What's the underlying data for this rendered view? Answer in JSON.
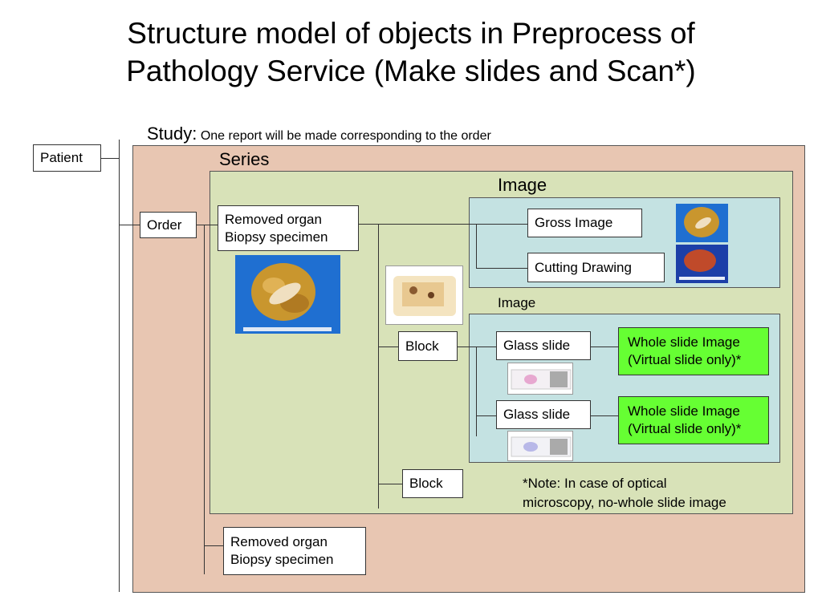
{
  "title": {
    "line1": "Structure model of objects in Preprocess of",
    "line2": "Pathology Service (Make slides and Scan*)"
  },
  "study": {
    "label": "Study:",
    "note": "One report will be made corresponding to the order"
  },
  "series_label": "Series",
  "image_label_top": "Image",
  "image_label_mid": "Image",
  "patient": "Patient",
  "order": "Order",
  "specimen_top": {
    "line1": "Removed organ",
    "line2": "Biopsy specimen"
  },
  "specimen_bottom": {
    "line1": "Removed organ",
    "line2": "Biopsy specimen"
  },
  "gross_image": "Gross Image",
  "cutting_drawing": "Cutting Drawing",
  "block_1": "Block",
  "block_2": "Block",
  "glass_slide_1": "Glass slide",
  "glass_slide_2": "Glass slide",
  "wsi_1": {
    "line1": "Whole slide Image",
    "line2": "(Virtual slide only)*"
  },
  "wsi_2": {
    "line1": "Whole slide Image",
    "line2": "(Virtual slide only)*"
  },
  "note": {
    "line1": "*Note: In case of  optical",
    "line2": "microscopy, no-whole slide image"
  },
  "colors": {
    "study_bg": "#e8c6b2",
    "series_bg": "#d8e2b8",
    "image_bg": "#c4e2e2",
    "wsi_bg": "#66ff33",
    "photo_blue": "#1f6fd1"
  }
}
